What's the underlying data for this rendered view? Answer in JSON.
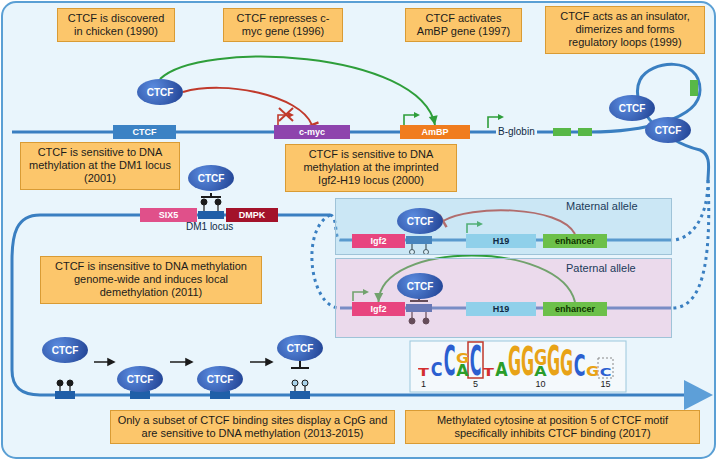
{
  "diagram": {
    "nodes": [
      {
        "text": [
          "CTCF is discovered in chicken (1990)"
        ]
      },
      {
        "text": [
          "CTCF represses c-myc gene (1996)"
        ]
      },
      {
        "text": [
          "CTCF activates AmBP gene (1997)"
        ]
      },
      {
        "text": [
          "CTCF acts as an insulator, dimerizes and forms regulatory loops (1999)"
        ]
      },
      {
        "text": [
          "CTCF"
        ]
      },
      {
        "text": [
          "CTCF"
        ]
      },
      {
        "text": [
          "c-myc"
        ]
      },
      {
        "text": [
          "AmBP"
        ]
      },
      {
        "text": [
          "CTCF"
        ]
      },
      {
        "text": [
          "CTCF"
        ]
      },
      {
        "text": [
          "CTCF is sensitive to DNA methylation at the DM1 locus (2001)"
        ]
      },
      {
        "text": [
          "CTCF is sensitive to DNA methylation at the imprinted Igf2-H19 locus (2000)"
        ]
      },
      {
        "text": [
          "SIX5"
        ]
      },
      {
        "text": [
          "DMPK"
        ]
      },
      {
        "text": [
          "CTCF"
        ]
      },
      {
        "text": [
          "Maternal allele"
        ]
      },
      {
        "text": [
          "Igf2"
        ],
        "in": 15
      },
      {
        "text": [
          "H19"
        ],
        "in": 15
      },
      {
        "text": [
          "enhancer"
        ],
        "in": 15
      },
      {
        "text": [
          "CTCF"
        ],
        "in": 15
      },
      {
        "text": [
          "Paternal allele"
        ]
      },
      {
        "text": [
          "Igf2"
        ],
        "in": 20
      },
      {
        "text": [
          "H19"
        ],
        "in": 20
      },
      {
        "text": [
          "enhancer"
        ],
        "in": 20
      },
      {
        "text": [
          "CTCF"
        ],
        "in": 20
      },
      {
        "text": [
          "CTCF is insensitive to DNA methylation genome-wide and induces local demethylation (2011)"
        ]
      },
      {
        "text": [
          "CTCF"
        ]
      },
      {
        "text": [
          "CTCF"
        ]
      },
      {
        "text": [
          "CTCF"
        ]
      },
      {
        "text": [
          "CTCF"
        ]
      },
      {
        "text": [
          "Only a subset of CTCF binding sites display a CpG and are sensitive to DNA methylation (2013-2015)"
        ]
      },
      {
        "text": [
          "Methylated cytosine at position 5 of CTCF motif specifically inhibits CTCF binding (2017)"
        ]
      }
    ],
    "edges": [
      {
        "from": 5,
        "to": 6,
        "arrow": "to"
      },
      {
        "from": 5,
        "to": 7,
        "arrow": "to"
      },
      {
        "from": 18,
        "to": 19,
        "arrow": "to"
      },
      {
        "from": 23,
        "to": 21,
        "arrow": "to"
      }
    ],
    "labels": [
      "B-globin",
      "DM1 locus",
      "T",
      "C",
      "C",
      "A",
      "G",
      "C",
      "T",
      "A",
      "G",
      "G",
      "A",
      "G",
      "G",
      "G",
      "C",
      "G",
      "C",
      "1",
      "5",
      "10",
      "15"
    ]
  }
}
